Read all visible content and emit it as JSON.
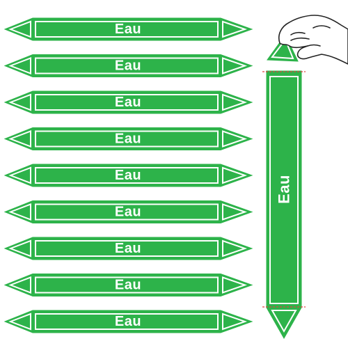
{
  "product": {
    "label_text": "Eau",
    "label_count": 9,
    "color_green": "#2db34a",
    "color_outline": "#2db34a",
    "color_text": "#ffffff",
    "cut_line_color": "#e04040"
  },
  "labels": [
    {
      "text": "Eau"
    },
    {
      "text": "Eau"
    },
    {
      "text": "Eau"
    },
    {
      "text": "Eau"
    },
    {
      "text": "Eau"
    },
    {
      "text": "Eau"
    },
    {
      "text": "Eau"
    },
    {
      "text": "Eau"
    },
    {
      "text": "Eau"
    }
  ],
  "vertical_label": {
    "text": "Eau"
  },
  "icons": {
    "hand": "hand-peeling-icon"
  }
}
